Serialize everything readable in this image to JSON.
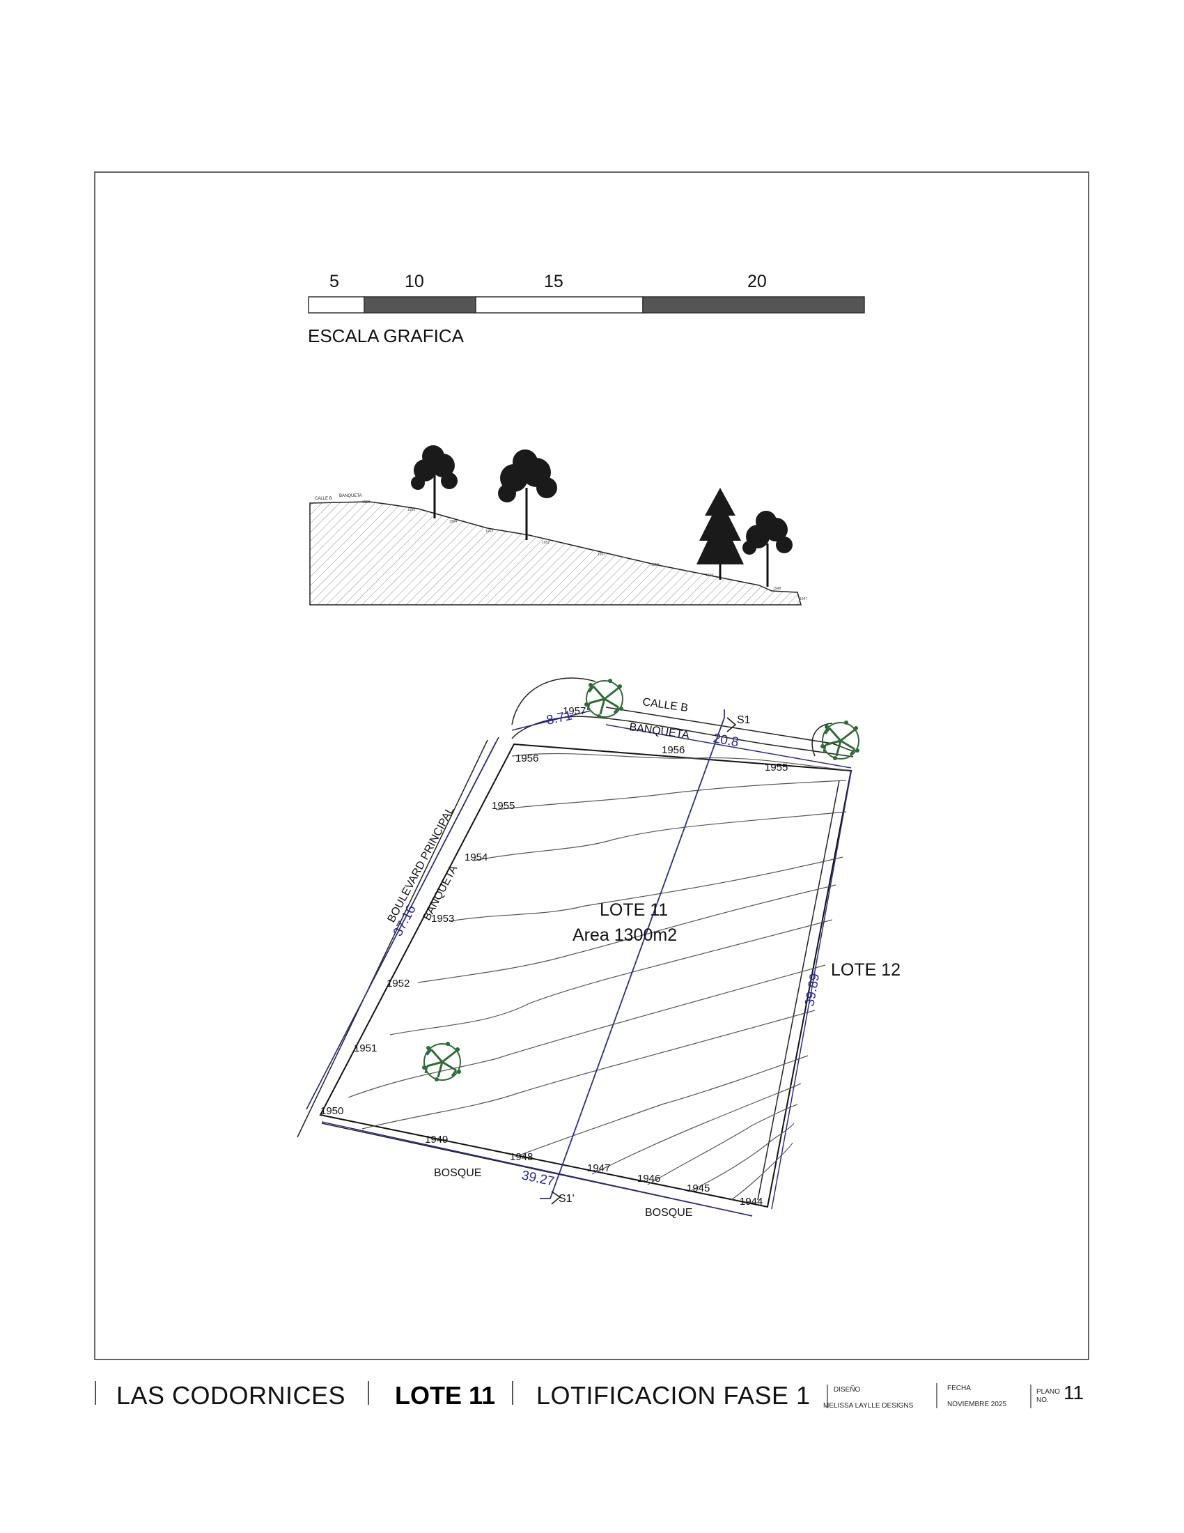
{
  "scale_bar": {
    "ticks": [
      "5",
      "10",
      "15",
      "20"
    ],
    "title": "ESCALA GRAFICA"
  },
  "section": {
    "street": "CALLE B",
    "sidewalk": "BANQUETA",
    "elevation_labels": [
      "1958",
      "1955",
      "1954",
      "1953",
      "1952",
      "1951",
      "1950",
      "1949",
      "1948",
      "1947"
    ]
  },
  "plan": {
    "street_top": "CALLE B",
    "sidewalk_top": "BANQUETA",
    "boulevard": "BOULEVARD PRINCIPAL",
    "sidewalk_left": "BANQUETA",
    "forest_left": "BOSQUE",
    "forest_bottom": "BOSQUE",
    "lot_name": "LOTE 11",
    "lot_area": "Area 1300m2",
    "neighbor_lot": "LOTE 12",
    "section_start": "S1",
    "section_end": "S1'",
    "dimensions": {
      "top_short": "8.71",
      "top_long": "20.8",
      "left": "37.16",
      "bottom": "39.27",
      "right": "39.89"
    },
    "contours": [
      "1957",
      "1956",
      "1956",
      "1955",
      "1955",
      "1954",
      "1953",
      "1952",
      "1951",
      "1950",
      "1949",
      "1948",
      "1947",
      "1946",
      "1945",
      "1944"
    ]
  },
  "title_block": {
    "project": "LAS CODORNICES",
    "lot": "LOTE 11",
    "phase": "LOTIFICACION FASE 1",
    "design_label": "DISEÑO",
    "designer": "MELISSA LAYLLE DESIGNS",
    "date_label": "FECHA",
    "date": "NOVIEMBRE 2025",
    "plan_label_1": "PLANO",
    "plan_label_2": "NO.",
    "plan_number": "11"
  },
  "colors": {
    "ink": "#1a1a1a",
    "dimension": "#2b2b8c",
    "tree": "#2f6b34",
    "bar_dark": "#555555"
  }
}
